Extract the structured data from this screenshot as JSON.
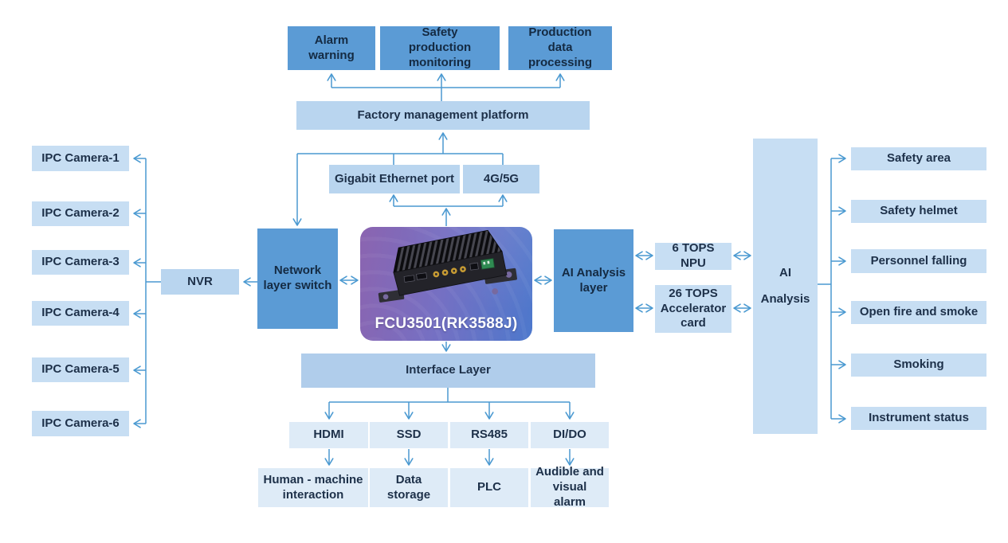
{
  "colors": {
    "accent_blue": "#5b9bd5",
    "light_blue": "#b9d5ef",
    "lighter_blue": "#c7def3",
    "lightest_blue": "#deebf7",
    "interface_blue": "#b0cdeb",
    "arrow": "#4a99d1",
    "panel_gradient_purple": "#8b64b0",
    "panel_gradient_blue": "#4d78cc",
    "device_label_color": "#ffffff",
    "box_text_color": "#1d3049"
  },
  "diagram": {
    "platform_apps": [
      "Alarm warning",
      "Safety production monitoring",
      "Production data processing"
    ],
    "factory_platform": "Factory management platform",
    "uplinks": [
      "Gigabit Ethernet port",
      "4G/5G"
    ],
    "network_switch": "Network layer switch",
    "nvr": "NVR",
    "cameras": [
      "IPC Camera-1",
      "IPC Camera-2",
      "IPC Camera-3",
      "IPC Camera-4",
      "IPC Camera-5",
      "IPC Camera-6"
    ],
    "device": {
      "label": "FCU3501(RK3588J)",
      "illustration": "industrial-fanless-box-pc"
    },
    "ai_layer": "AI Analysis layer",
    "npu": "6 TOPS NPU",
    "accelerator": "26 TOPS Accelerator card",
    "ai_analysis": "AI Analysis",
    "detections": [
      "Safety area",
      "Safety helmet",
      "Personnel falling",
      "Open fire and smoke",
      "Smoking",
      "Instrument status"
    ],
    "interface_layer": "Interface Layer",
    "interfaces": [
      "HDMI",
      "SSD",
      "RS485",
      "DI/DO"
    ],
    "peripherals": [
      "Human - machine interaction",
      "Data storage",
      "PLC",
      "Audible and visual alarm"
    ]
  }
}
